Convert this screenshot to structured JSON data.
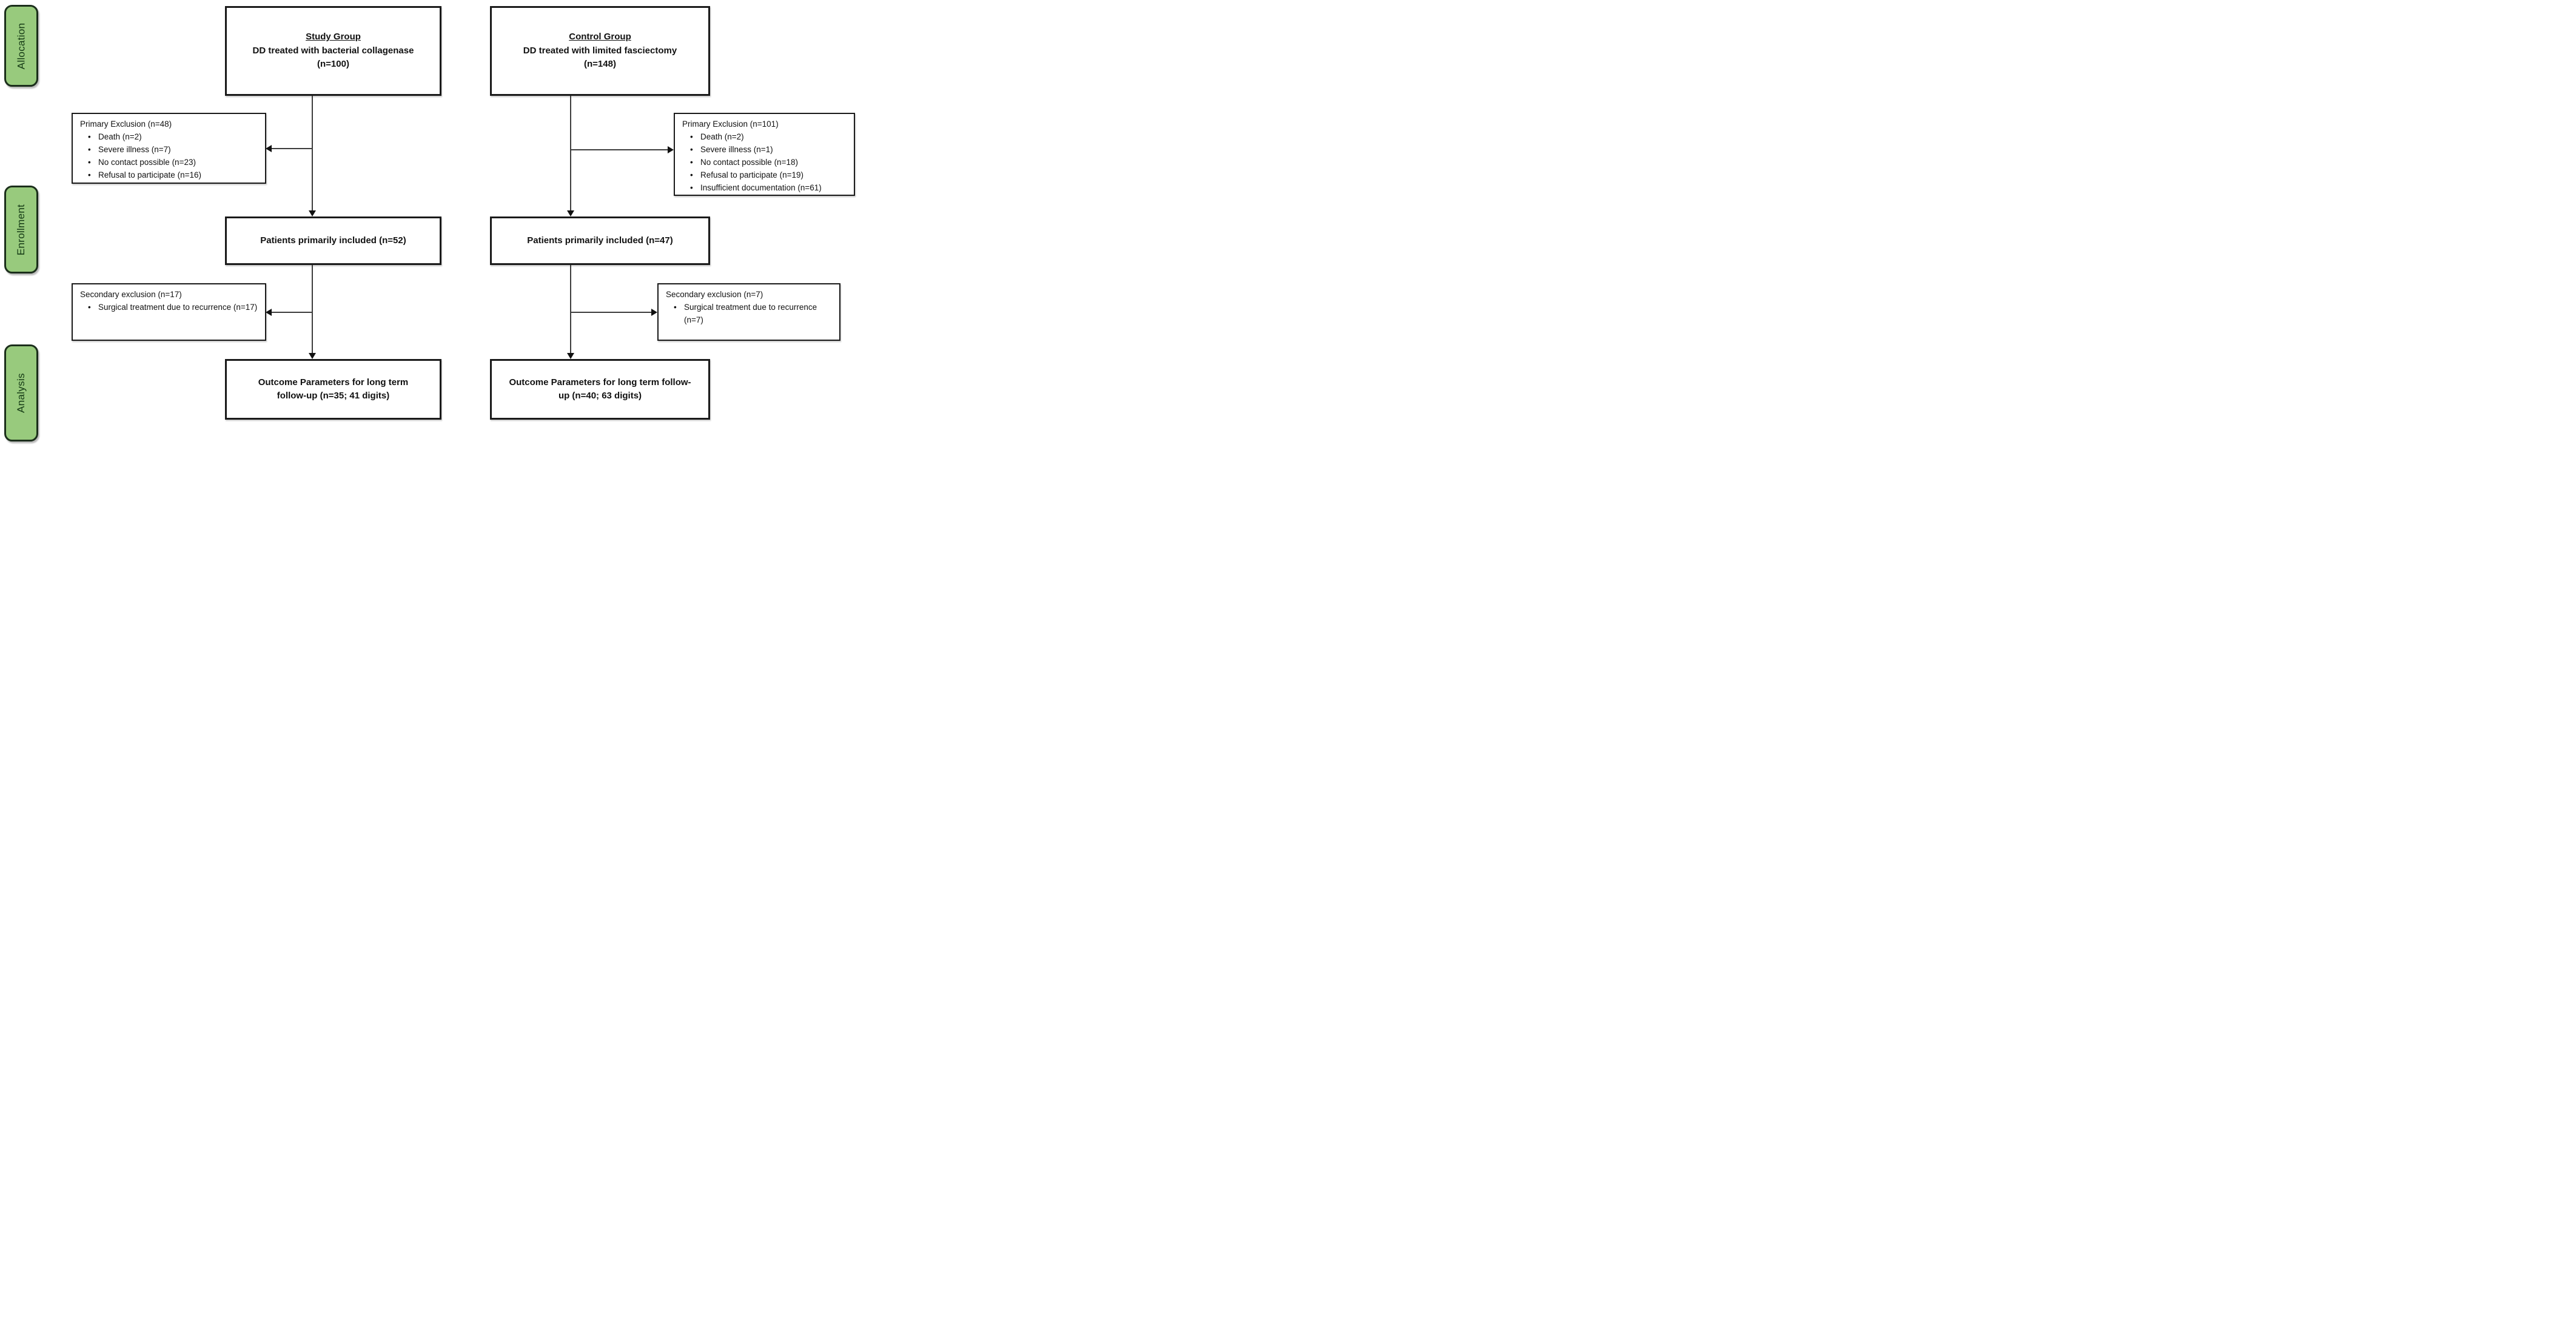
{
  "stages": [
    {
      "label": "Allocation"
    },
    {
      "label": "Enrollment"
    },
    {
      "label": "Analysis"
    }
  ],
  "columns": [
    {
      "allocation": {
        "title": "Study Group",
        "description": "DD treated with bacterial collagenase",
        "n": "(n=100)"
      },
      "primary_exclusion": {
        "title": "Primary Exclusion (n=48)",
        "items": [
          "Death (n=2)",
          "Severe illness (n=7)",
          "No contact possible (n=23)",
          "Refusal to participate (n=16)"
        ]
      },
      "enrollment": {
        "label": "Patients primarily included (n=52)"
      },
      "secondary_exclusion": {
        "title": "Secondary exclusion (n=17)",
        "items": [
          "Surgical treatment due to recurrence (n=17)"
        ]
      },
      "analysis": {
        "label": "Outcome Parameters for long term follow-up (n=35; 41 digits)"
      }
    },
    {
      "allocation": {
        "title": "Control Group",
        "description": "DD treated with limited fasciectomy",
        "n": "(n=148)"
      },
      "primary_exclusion": {
        "title": "Primary Exclusion (n=101)",
        "items": [
          "Death (n=2)",
          "Severe illness (n=1)",
          "No contact possible (n=18)",
          "Refusal to participate (n=19)",
          "Insufficient documentation (n=61)"
        ]
      },
      "enrollment": {
        "label": "Patients primarily included (n=47)"
      },
      "secondary_exclusion": {
        "title": "Secondary exclusion (n=7)",
        "items": [
          "Surgical treatment due to recurrence (n=7)"
        ]
      },
      "analysis": {
        "label": "Outcome Parameters for long term follow-up (n=40; 63 digits)"
      }
    }
  ],
  "colors": {
    "stage_fill": "#98ca7d",
    "stage_border": "#1b2e1b",
    "stage_text": "#143a14",
    "box_border": "#1a1a1a",
    "connector": "#3d3d3d"
  }
}
